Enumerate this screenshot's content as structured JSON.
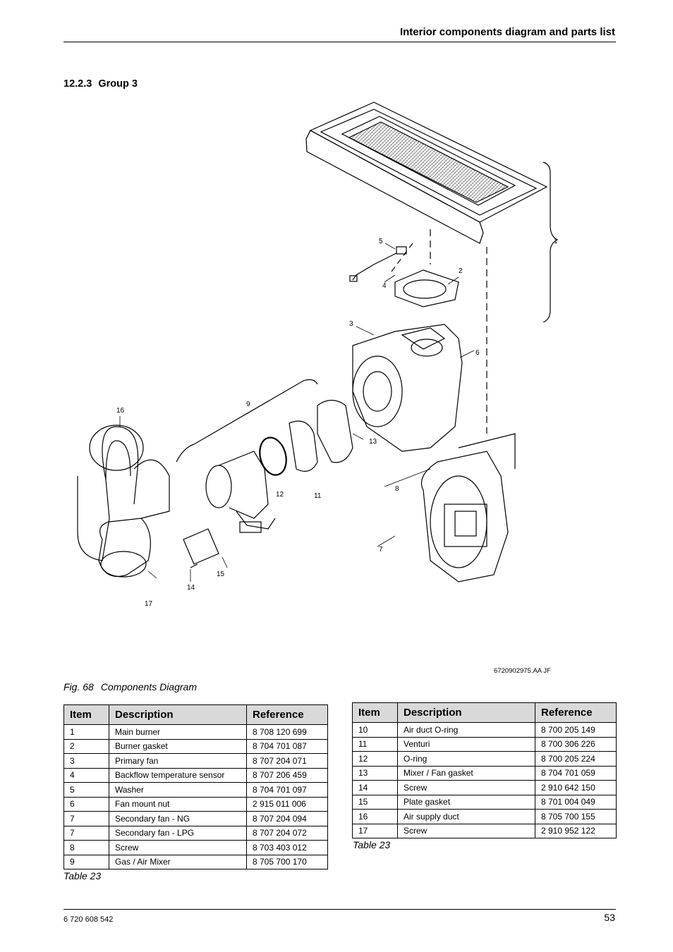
{
  "header": {
    "title": "Interior components diagram and parts list"
  },
  "section": {
    "number": "12.2.3",
    "title": "Group 3"
  },
  "figure": {
    "code": "6720902975.AA JF",
    "label": "Fig. 68",
    "caption": "Components Diagram",
    "callouts": [
      "1",
      "2",
      "3",
      "4",
      "5",
      "6",
      "7",
      "8",
      "9",
      "11",
      "12",
      "13",
      "14",
      "15",
      "16",
      "17"
    ]
  },
  "table_left": {
    "columns": [
      "Item",
      "Description",
      "Reference"
    ],
    "rows": [
      [
        "1",
        "Main burner",
        "8 708 120 699"
      ],
      [
        "2",
        "Burner gasket",
        "8 704 701 087"
      ],
      [
        "3",
        "Primary fan",
        "8 707 204 071"
      ],
      [
        "4",
        "Backflow temperature sensor",
        "8 707 206 459"
      ],
      [
        "5",
        "Washer",
        "8 704 701 097"
      ],
      [
        "6",
        "Fan mount nut",
        "2 915 011 006"
      ],
      [
        "7",
        "Secondary fan - NG",
        "8 707 204 094"
      ],
      [
        "7",
        "Secondary fan - LPG",
        "8 707 204 072"
      ],
      [
        "8",
        "Screw",
        "8 703 403 012"
      ],
      [
        "9",
        "Gas / Air Mixer",
        "8 705 700 170"
      ]
    ],
    "caption": "Table 23"
  },
  "table_right": {
    "columns": [
      "Item",
      "Description",
      "Reference"
    ],
    "rows": [
      [
        "10",
        "Air duct O-ring",
        "8 700 205 149"
      ],
      [
        "11",
        "Venturi",
        "8 700 306 226"
      ],
      [
        "12",
        "O-ring",
        "8 700 205 224"
      ],
      [
        "13",
        "Mixer / Fan gasket",
        "8 704 701 059"
      ],
      [
        "14",
        "Screw",
        "2 910 642 150"
      ],
      [
        "15",
        "Plate gasket",
        "8 701 004 049"
      ],
      [
        "16",
        "Air supply duct",
        "8 705 700 155"
      ],
      [
        "17",
        "Screw",
        "2 910 952 122"
      ]
    ],
    "caption": "Table 23"
  },
  "footer": {
    "doc_number": "6 720 608 542",
    "page": "53"
  }
}
